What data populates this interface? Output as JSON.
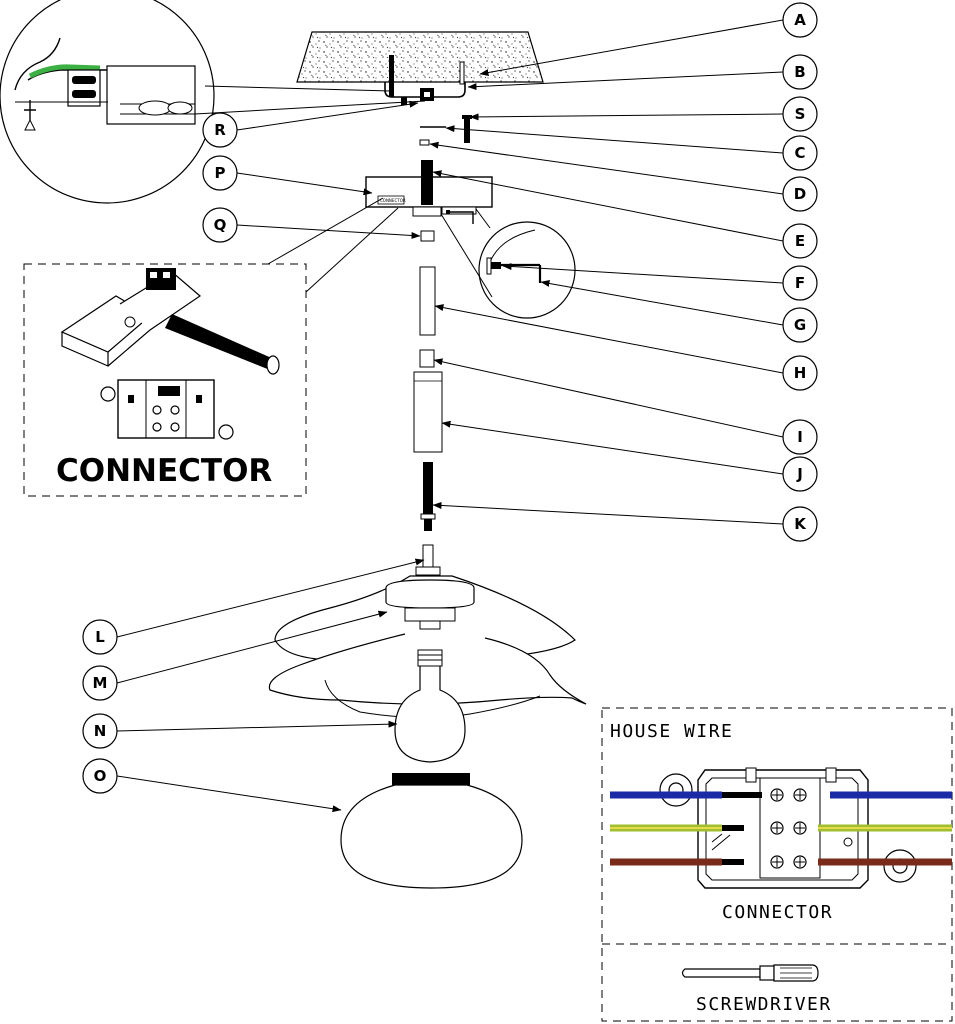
{
  "callouts": [
    {
      "letter": "A"
    },
    {
      "letter": "B"
    },
    {
      "letter": "S"
    },
    {
      "letter": "C"
    },
    {
      "letter": "D"
    },
    {
      "letter": "E"
    },
    {
      "letter": "F"
    },
    {
      "letter": "G"
    },
    {
      "letter": "H"
    },
    {
      "letter": "I"
    },
    {
      "letter": "J"
    },
    {
      "letter": "K"
    },
    {
      "letter": "R"
    },
    {
      "letter": "P"
    },
    {
      "letter": "Q"
    },
    {
      "letter": "L"
    },
    {
      "letter": "M"
    },
    {
      "letter": "N"
    },
    {
      "letter": "O"
    }
  ],
  "connector_detail": {
    "title": "CONNECTOR",
    "canopy_sticker": "CONNECTOR"
  },
  "wiring_panel": {
    "heading": "HOUSE WIRE",
    "connector_label": "CONNECTOR",
    "tool_label": "SCREWDRIVER",
    "wire_colors": {
      "blue": "#1b2aa6",
      "green_yellow": "#9fbf2e",
      "brown": "#7a2a18"
    }
  },
  "inset_wire_color": "#3cb043"
}
